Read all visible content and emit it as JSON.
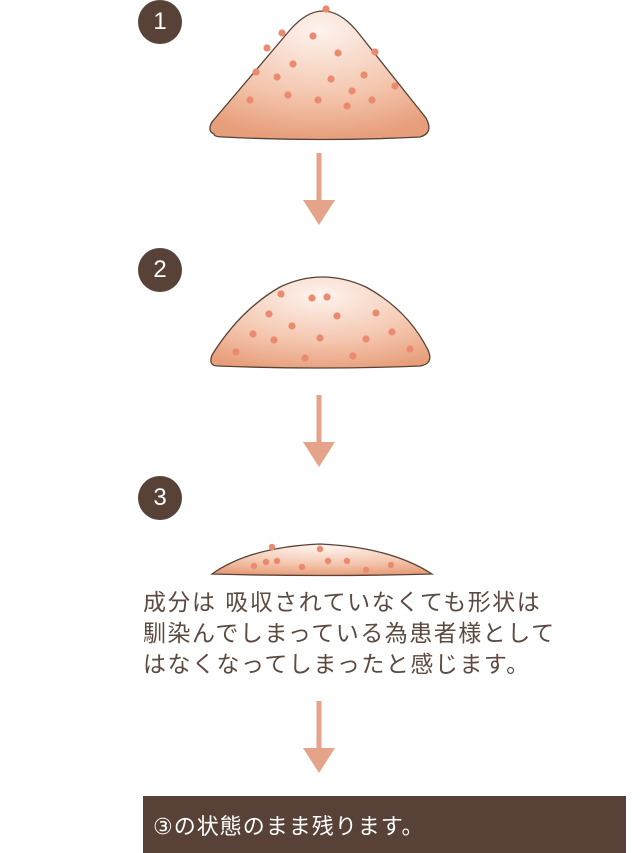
{
  "steps": [
    {
      "number": "1"
    },
    {
      "number": "2"
    },
    {
      "number": "3"
    }
  ],
  "description": {
    "line1": "成分は 吸収されていなくても形状は",
    "line2": "馴染んでしまっている為患者様として",
    "line3": "はなくなってしまったと感じます。"
  },
  "result": {
    "text": "③の状態のまま残ります。"
  },
  "colors": {
    "badge": "#584237",
    "arrow": "#e5a48a",
    "dot": "#ea8a6f",
    "mound_light": "#fdeee6",
    "mound_dark": "#e89e78",
    "mound_outline": "#584237"
  }
}
